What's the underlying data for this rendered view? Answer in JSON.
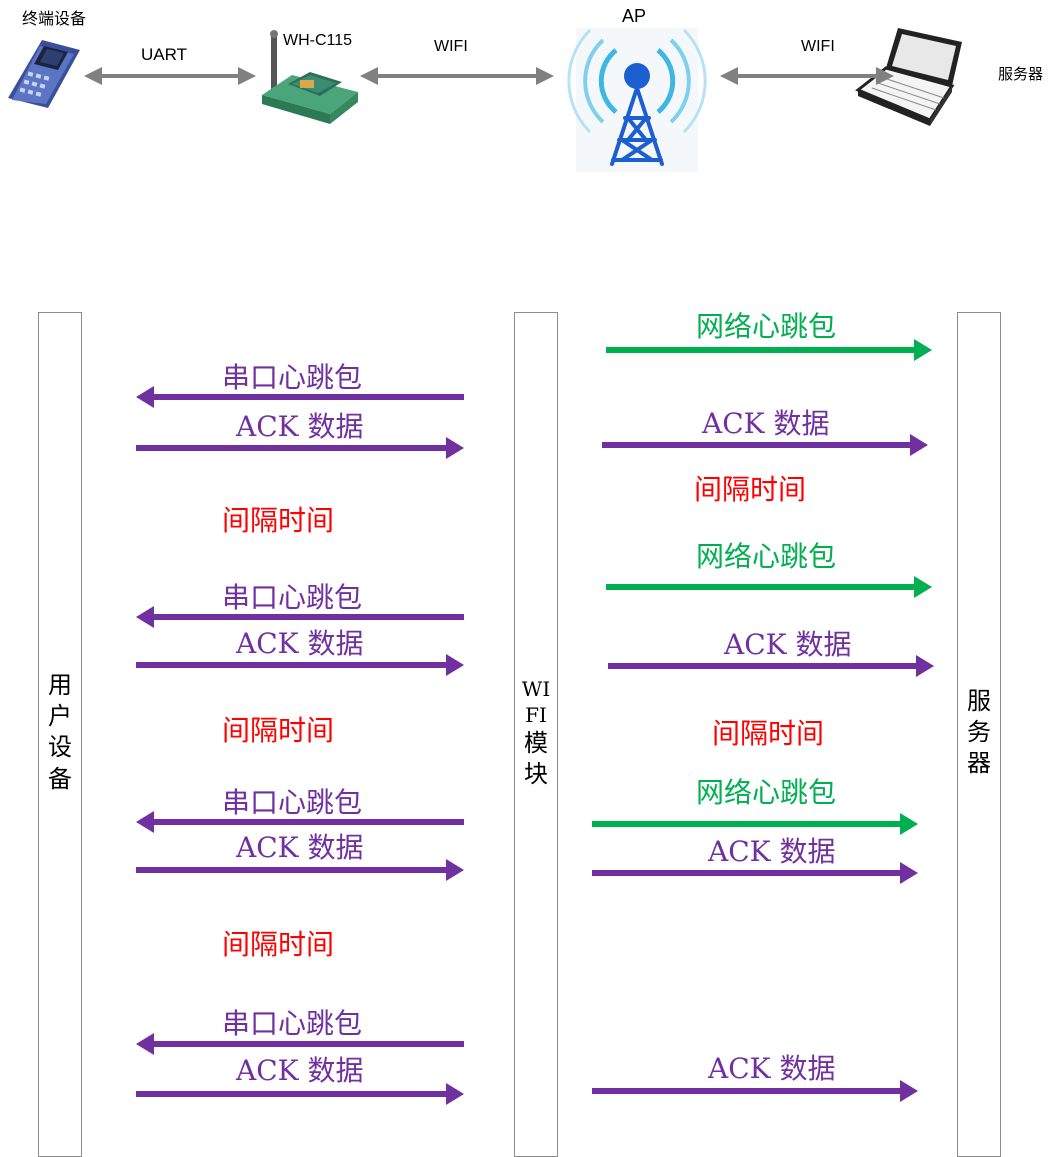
{
  "topology": {
    "terminal_label": "终端设备",
    "uart_label": "UART",
    "module_label": "WH-C115",
    "wifi_label_1": "WIFI",
    "ap_label": "AP",
    "wifi_label_2": "WIFI",
    "server_label": "服务器"
  },
  "lanes": {
    "user_device": "用户设备",
    "wifi_module_line1": "WI",
    "wifi_module_line2": "FI",
    "wifi_module_line3": "模块",
    "server": "服务器"
  },
  "left_messages": {
    "serial_heartbeat": "串口心跳包",
    "ack_data": "ACK 数据",
    "interval": "间隔时间"
  },
  "right_messages": {
    "network_heartbeat": "网络心跳包",
    "ack_data": "ACK 数据",
    "interval": "间隔时间"
  },
  "colors": {
    "purple": "#7030a0",
    "green": "#00b050",
    "red": "#ff0000",
    "gray_arrow": "#808080"
  }
}
